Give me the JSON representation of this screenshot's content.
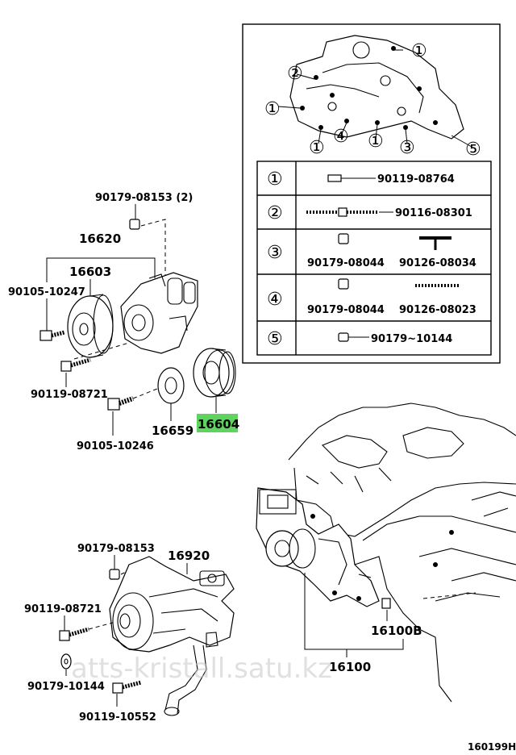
{
  "diagram_code": "160199H",
  "watermark": "atts-kristall.satu.kz",
  "highlight_color": "#5fd25f",
  "labels": {
    "p90179_08153_2": "90179-08153 (2)",
    "p16620": "16620",
    "p16603": "16603",
    "p90105_10247": "90105-10247",
    "p90119_08721_a": "90119-08721",
    "p90105_10246": "90105-10246",
    "p16659": "16659",
    "p16604": "16604",
    "p90179_08153": "90179-08153",
    "p16920": "16920",
    "p90119_08721_b": "90119-08721",
    "p90179_10144": "90179-10144",
    "p90119_10552": "90119-10552",
    "p16100B": "16100B",
    "p16100": "16100"
  },
  "callouts": [
    "①",
    "②",
    "③",
    "④",
    "⑤"
  ],
  "table": [
    {
      "num": "①",
      "parts": [
        "90119-08764"
      ]
    },
    {
      "num": "②",
      "parts": [
        "90116-08301"
      ]
    },
    {
      "num": "③",
      "parts": [
        "90179-08044",
        "90126-08034"
      ]
    },
    {
      "num": "④",
      "parts": [
        "90179-08044",
        "90126-08023"
      ]
    },
    {
      "num": "⑤",
      "parts": [
        "90179~10144"
      ]
    }
  ]
}
